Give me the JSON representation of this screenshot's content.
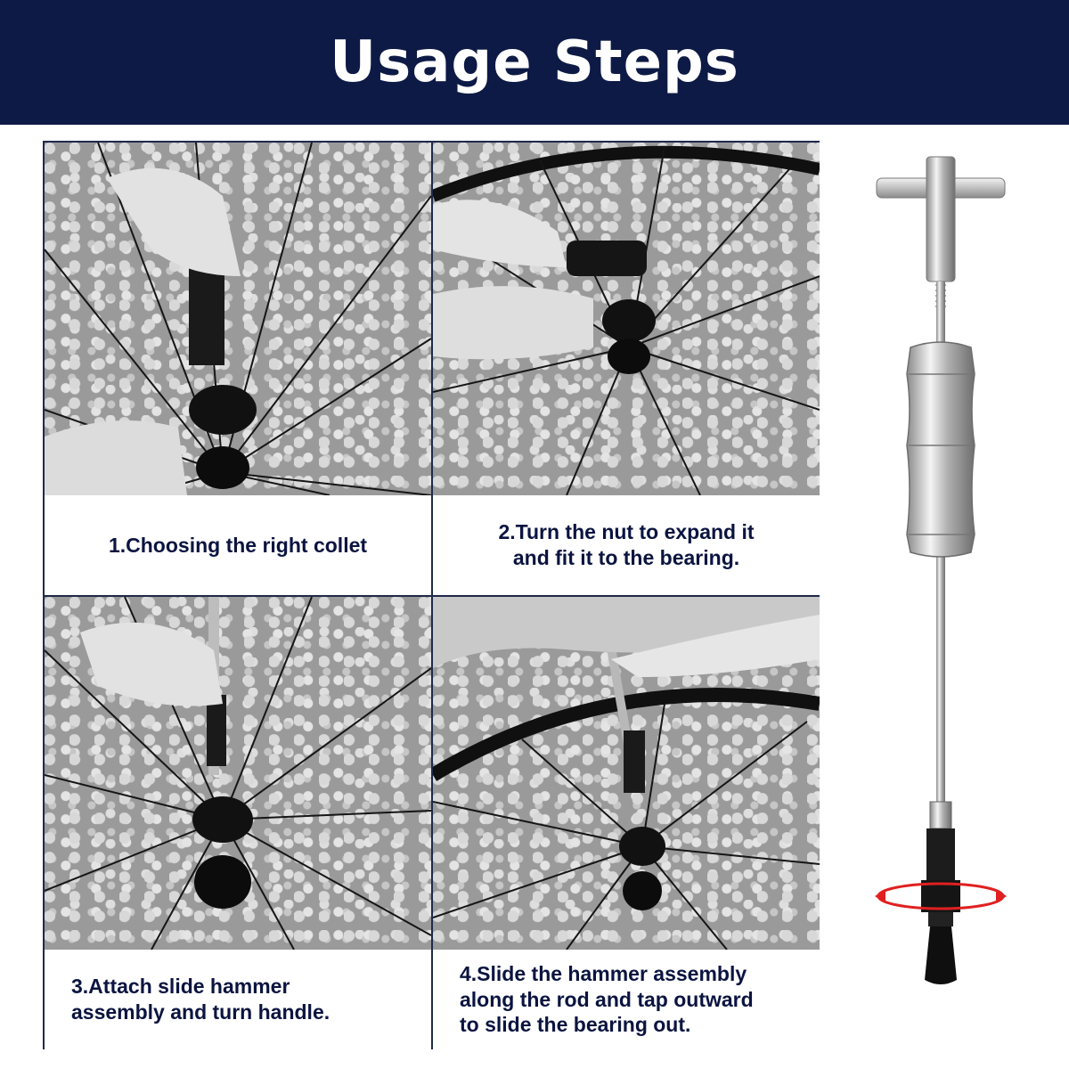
{
  "banner": {
    "title": "Usage Steps"
  },
  "steps": [
    {
      "caption": "1.Choosing the right collet"
    },
    {
      "caption": "2.Turn the nut to expand it\nand fit it to the bearing."
    },
    {
      "caption": "3.Attach slide hammer\nassembly and turn handle."
    },
    {
      "caption": "4.Slide the hammer assembly\nalong the rod and tap outward\nto slide the bearing out."
    }
  ],
  "colors": {
    "banner": "#0d1a45",
    "caption_text": "#0b1440",
    "rotation_arrow": "#e02020"
  }
}
